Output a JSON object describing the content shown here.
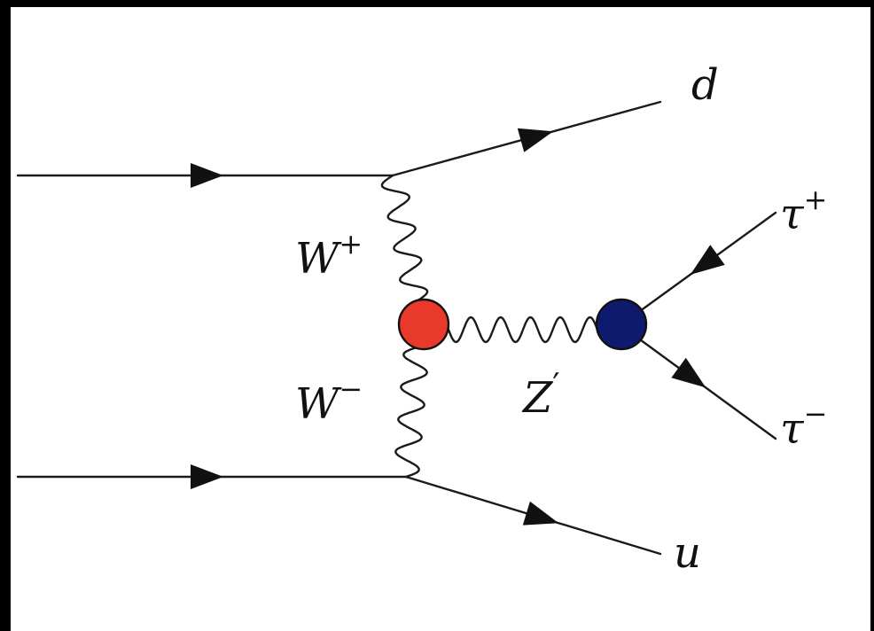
{
  "diagram": {
    "title": "",
    "labels": {
      "d": {
        "main": "d",
        "sup": ""
      },
      "u": {
        "main": "u",
        "sup": ""
      },
      "tau_plus": {
        "main": "τ",
        "sup": "+"
      },
      "tau_minus": {
        "main": "τ",
        "sup": "−"
      },
      "w_plus": {
        "main": "W",
        "sup": "+"
      },
      "w_minus": {
        "main": "W",
        "sup": "−"
      },
      "z_prime": {
        "main": "Z",
        "sup": "′"
      }
    },
    "colors": {
      "frame": "#000000",
      "canvas": "#ffffff",
      "line": "#1a1a1a",
      "vertex_fusion": "#e8392a",
      "vertex_decay": "#0d1a6e"
    }
  }
}
